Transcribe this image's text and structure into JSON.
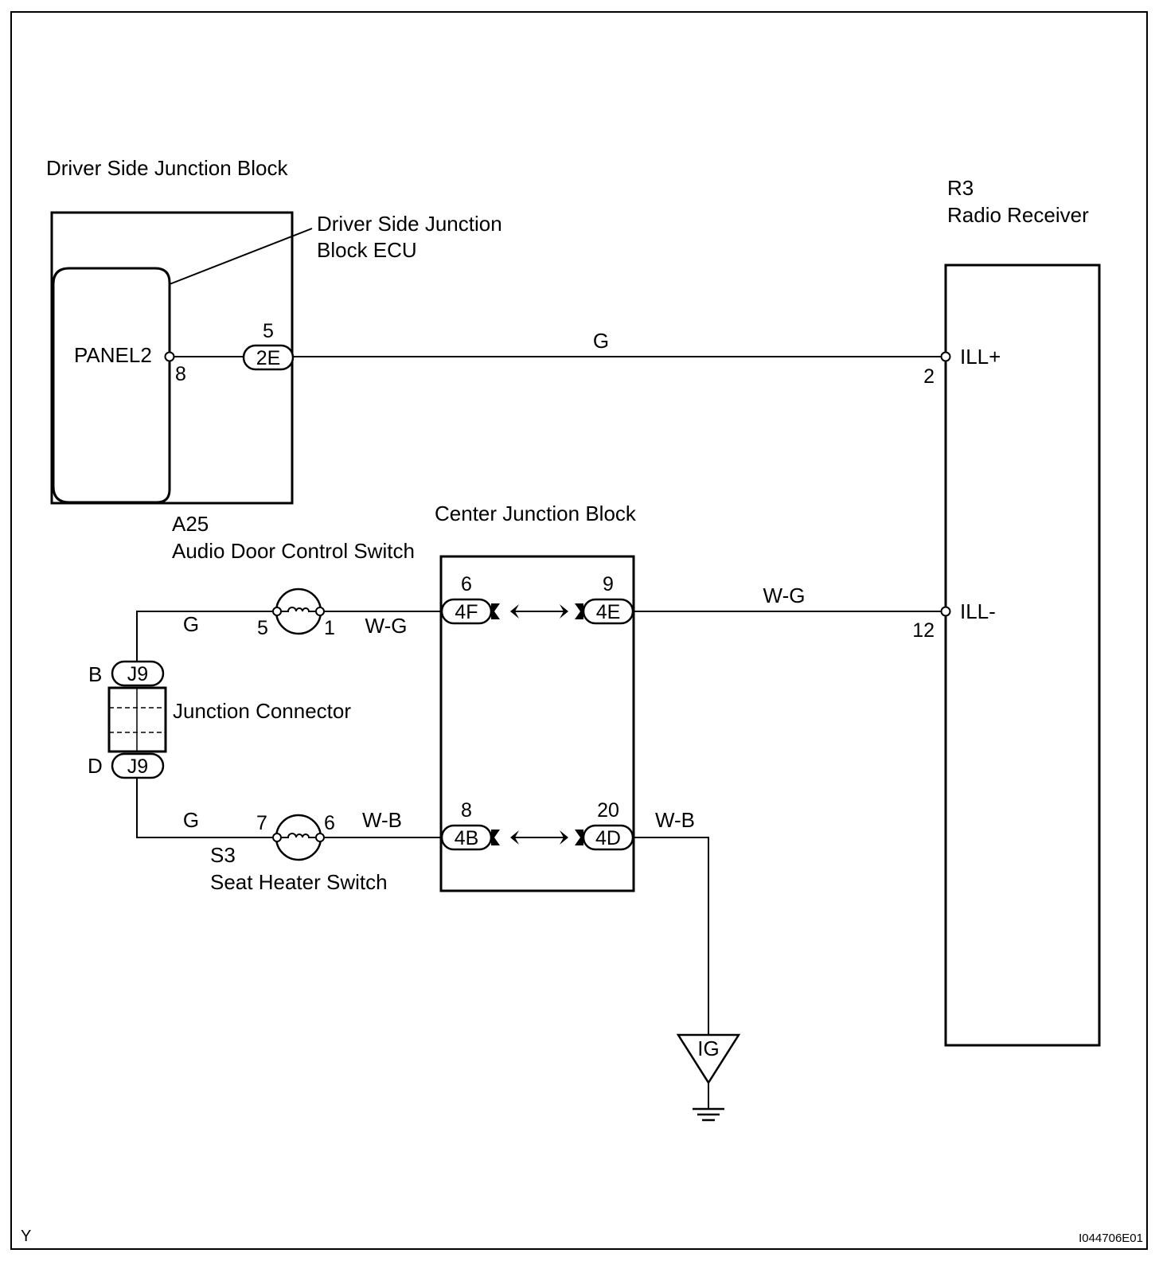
{
  "labels": {
    "driver_jb": "Driver Side Junction Block",
    "driver_jb_ecu_line1": "Driver Side Junction",
    "driver_jb_ecu_line2": "Block ECU",
    "panel2": "PANEL2",
    "radio_code": "R3",
    "radio_name": "Radio Receiver",
    "ill_plus": "ILL+",
    "ill_minus": "ILL-",
    "audio_switch_code": "A25",
    "audio_switch_name": "Audio Door Control Switch",
    "center_jb": "Center Junction Block",
    "junction_connector": "Junction Connector",
    "seat_heater_code": "S3",
    "seat_heater_name": "Seat Heater Switch",
    "ground_label": "IG",
    "corner_left": "Y",
    "figure_id": "I044706E01"
  },
  "pins": {
    "panel2_pin": "8",
    "conn_2e_pin": "5",
    "radio_ill_plus_pin": "2",
    "radio_ill_minus_pin": "12",
    "audio_sw_pin_a": "5",
    "audio_sw_pin_b": "1",
    "conn_4f_pin": "6",
    "conn_4e_pin": "9",
    "seat_sw_pin_a": "7",
    "seat_sw_pin_b": "6",
    "conn_4b_pin": "8",
    "conn_4d_pin": "20",
    "jc_top_side": "B",
    "jc_bottom_side": "D"
  },
  "connectors": {
    "c2e": "2E",
    "c4f": "4F",
    "c4e": "4E",
    "c4b": "4B",
    "c4d": "4D",
    "j9_top": "J9",
    "j9_bottom": "J9"
  },
  "wires": {
    "top_g": "G",
    "ill_minus_wg": "W-G",
    "audio_left_g": "G",
    "audio_right_wg": "W-G",
    "seat_left_g": "G",
    "seat_right_wb": "W-B",
    "ground_wb": "W-B"
  }
}
